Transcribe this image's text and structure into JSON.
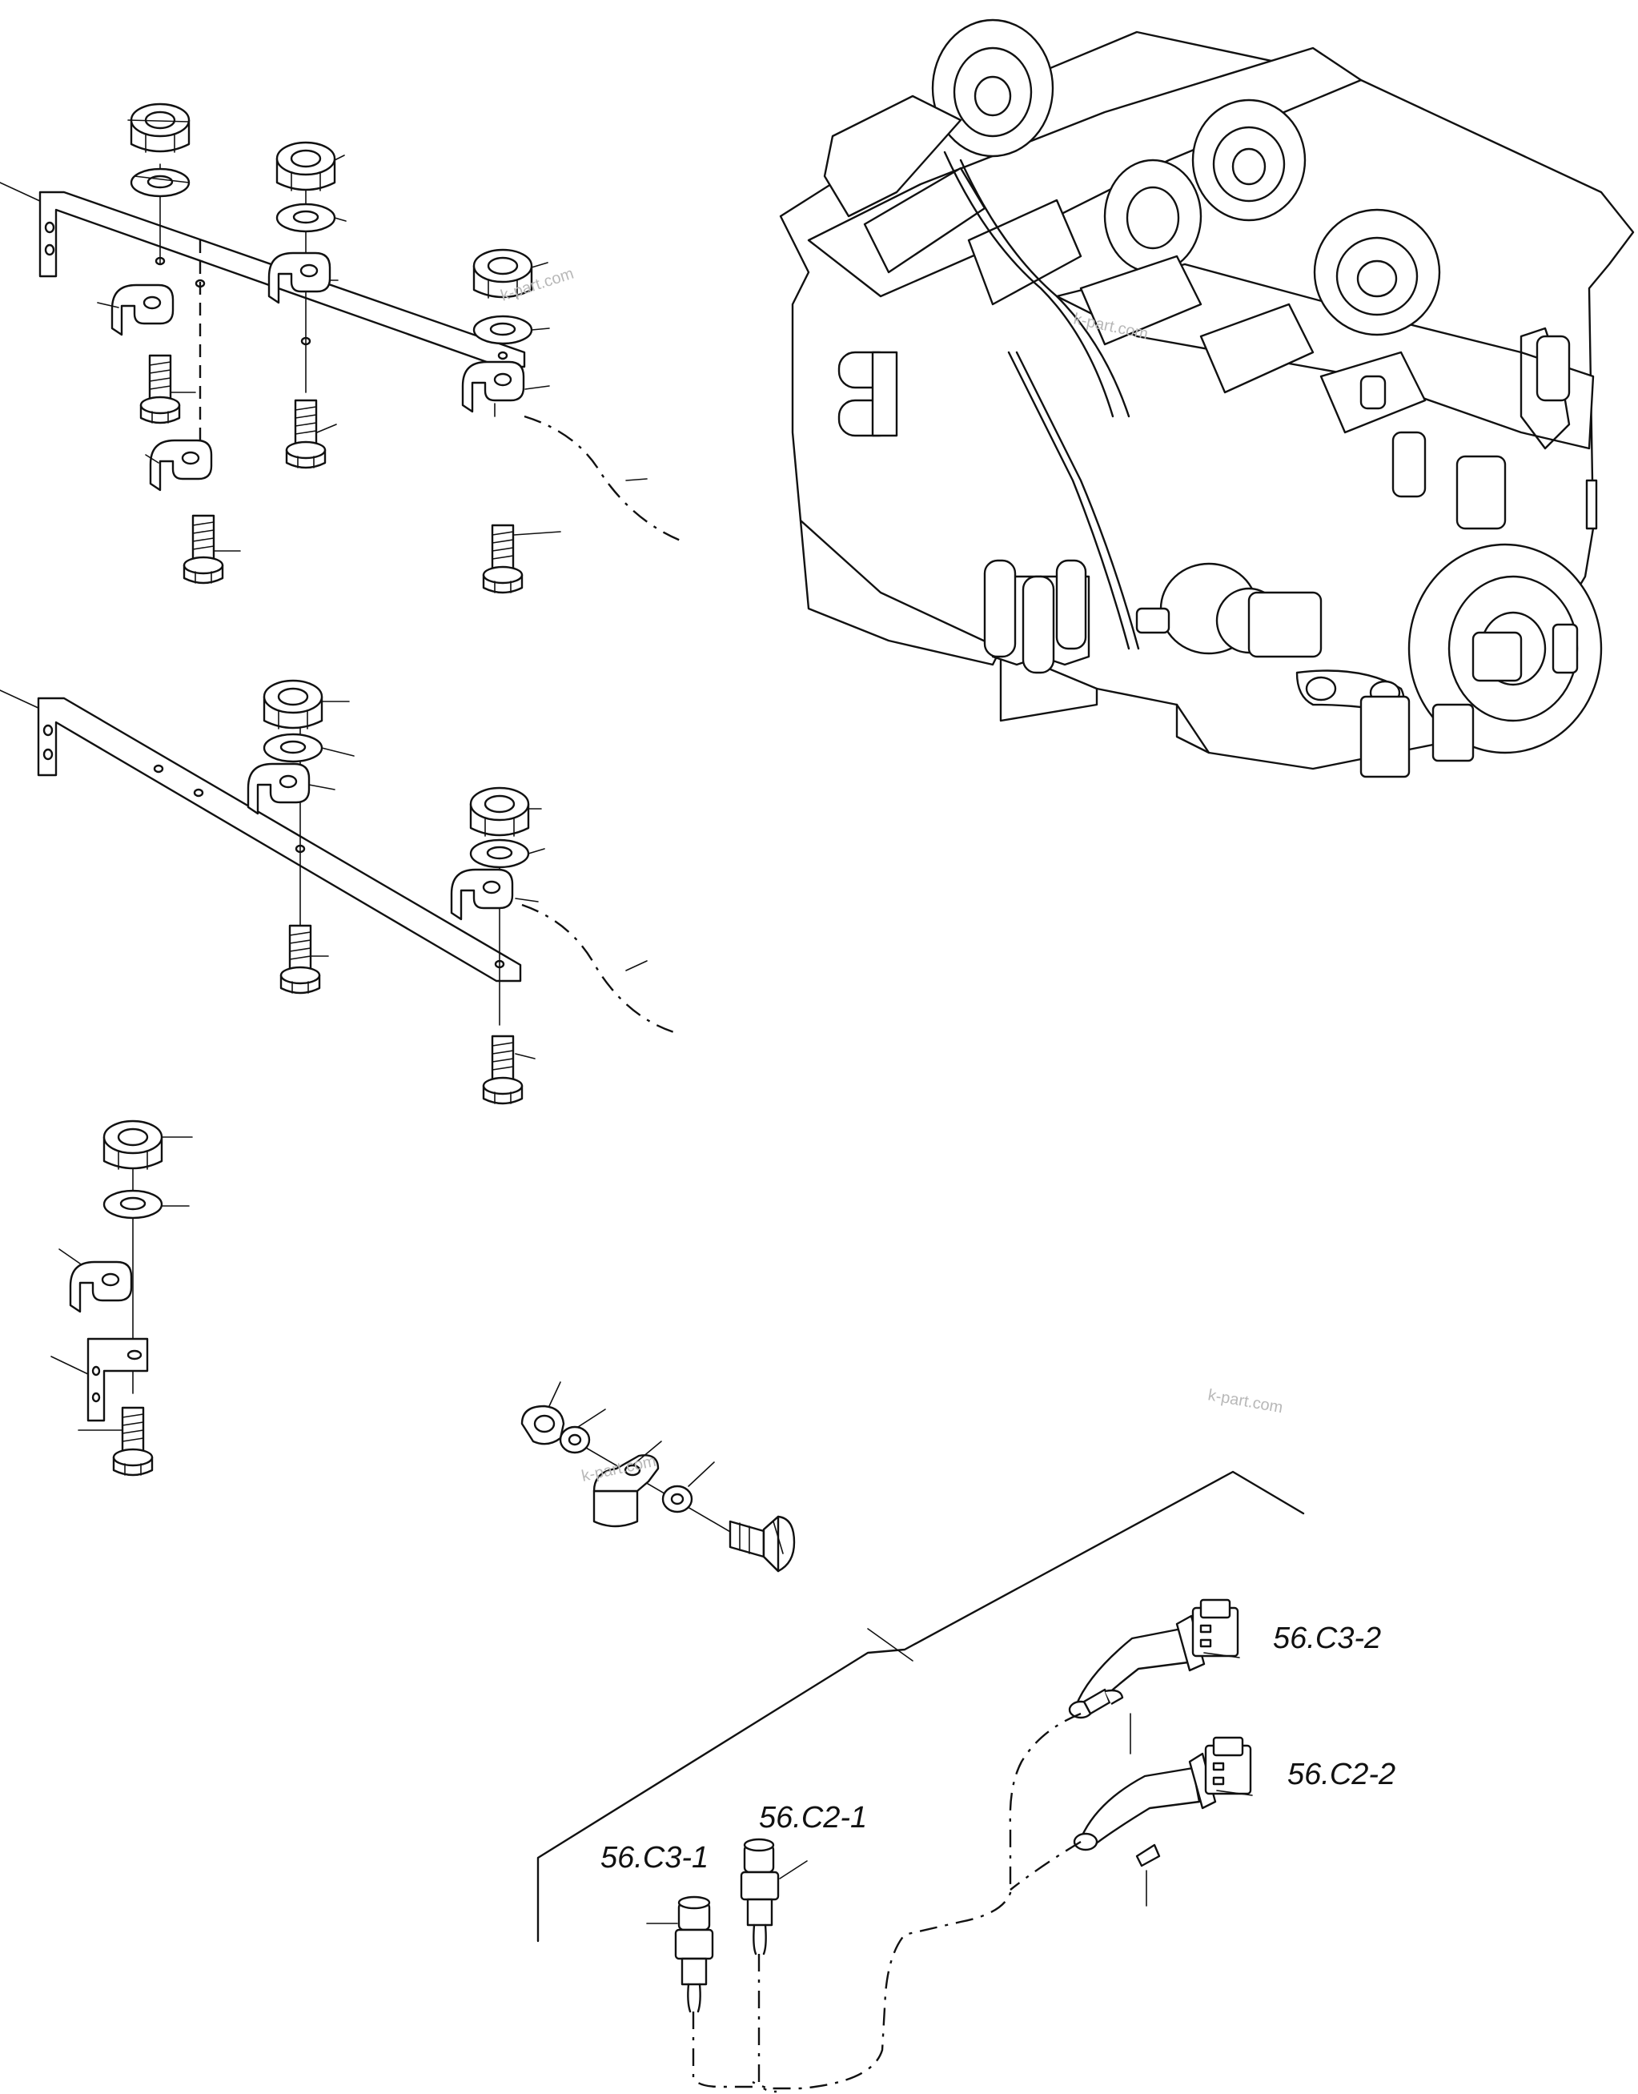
{
  "diagram": {
    "connector_labels": {
      "c3_2": "56.C3-2",
      "c2_2": "56.C2-2",
      "c2_1": "56.C2-1",
      "c3_1": "56.C3-1"
    },
    "watermark": "k-part.com"
  }
}
